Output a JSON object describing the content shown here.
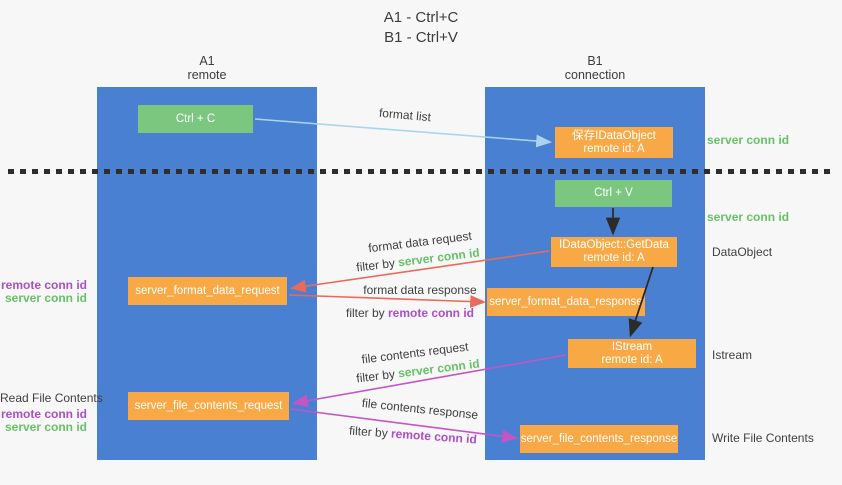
{
  "title": {
    "line1": "A1 - Ctrl+C",
    "line2": "B1 - Ctrl+V"
  },
  "columns": {
    "left": {
      "name": "A1",
      "subtitle": "remote"
    },
    "right": {
      "name": "B1",
      "subtitle": "connection"
    }
  },
  "boxes": {
    "ctrl_c": "Ctrl + C",
    "ctrl_v": "Ctrl + V",
    "save_dataobject": {
      "line1": "保存IDataObject",
      "line2": "remote id: A"
    },
    "getdata": {
      "line1": "IDataObject::GetData",
      "line2": "remote id: A"
    },
    "istream": {
      "line1": "IStream",
      "line2": "remote id: A"
    },
    "format_request": "server_format_data_request",
    "format_response": "server_format_data_response",
    "file_request": "server_file_contents_request",
    "file_response": "server_file_contents_response"
  },
  "arrow_labels": {
    "format_list": "format list",
    "format_data_request": "format data request",
    "format_data_request_filter": {
      "prefix": "filter by ",
      "id": "server conn id"
    },
    "format_data_response": "format data response",
    "format_data_response_filter": {
      "prefix": "filter by ",
      "id": "remote conn id"
    },
    "file_contents_request": "file contents request",
    "file_contents_request_filter": {
      "prefix": "filter by ",
      "id": "server conn id"
    },
    "file_contents_response": "file contents response",
    "file_contents_response_filter": {
      "prefix": "filter by ",
      "id": "remote conn id"
    }
  },
  "side_labels": {
    "server_conn_id_top": "server conn id",
    "server_conn_id_mid": "server conn id",
    "dataobject": "DataObject",
    "istream": "Istream",
    "write_file_contents": "Write File Contents",
    "read_file_contents": "Read File Contents",
    "left_pair_top": {
      "remote": "remote conn id",
      "server": "server conn id"
    },
    "left_pair_bottom": {
      "remote": "remote conn id",
      "server": "server conn id"
    }
  },
  "colors": {
    "column_blue": "#4A80D2",
    "box_orange": "#F8A945",
    "box_green": "#7CC77F",
    "green_text": "#67C167",
    "purple_text": "#AB4FC4",
    "red_arrow": "#E96A5C",
    "magenta_arrow": "#C455C4",
    "lightblue_arrow": "#A9D3EE",
    "ink": "#2B2B2B",
    "background": "#F7F7F7"
  }
}
